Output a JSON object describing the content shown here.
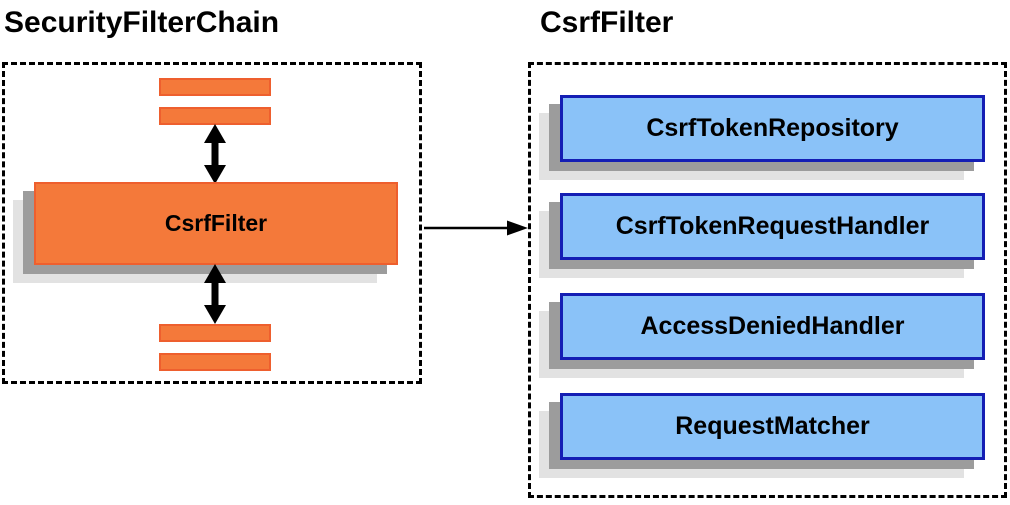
{
  "diagram": {
    "left_panel": {
      "title": "SecurityFilterChain",
      "filter_box_label": "CsrfFilter"
    },
    "right_panel": {
      "title": "CsrfFilter",
      "components": [
        {
          "label": "CsrfTokenRepository"
        },
        {
          "label": "CsrfTokenRequestHandler"
        },
        {
          "label": "AccessDeniedHandler"
        },
        {
          "label": "RequestMatcher"
        }
      ]
    },
    "colors": {
      "orange_fill": "#f4793a",
      "orange_border": "#ee5f2e",
      "blue_fill": "#8ac2f8",
      "blue_border": "#141eb4",
      "shadow_dark": "#9c9c9c",
      "shadow_light": "#e2e2e2",
      "arrow": "#000000",
      "text": "#000000"
    }
  }
}
